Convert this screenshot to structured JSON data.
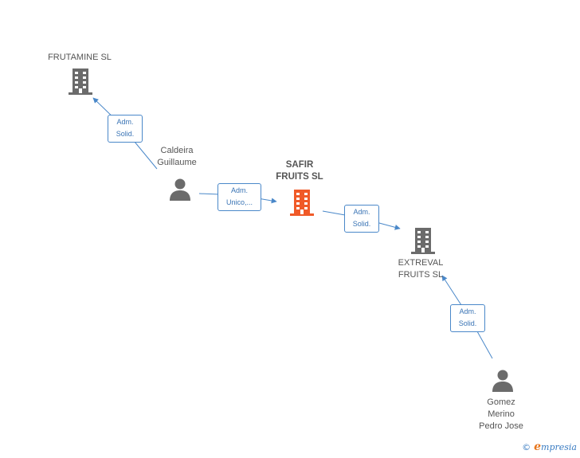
{
  "nodes": {
    "frutamine": {
      "label": "FRUTAMINE SL"
    },
    "caldeira": {
      "label_line1": "Caldeira",
      "label_line2": "Guillaume"
    },
    "safir": {
      "label_line1": "SAFIR",
      "label_line2": "FRUITS SL"
    },
    "extreval": {
      "label_line1": "EXTREVAL",
      "label_line2": "FRUITS SL"
    },
    "gomez": {
      "label_line1": "Gomez",
      "label_line2": "Merino",
      "label_line3": "Pedro Jose"
    }
  },
  "relations": {
    "caldeira_frutamine": {
      "line1": "Adm.",
      "line2": "Solid."
    },
    "caldeira_safir": {
      "line1": "Adm.",
      "line2": "Unico,..."
    },
    "safir_extreval": {
      "line1": "Adm.",
      "line2": "Solid."
    },
    "gomez_extreval": {
      "line1": "Adm.",
      "line2": "Solid."
    }
  },
  "brand": {
    "copyright": "©",
    "first_letter": "e",
    "rest": "mpresia"
  },
  "colors": {
    "edge": "#4a88c9",
    "building_gray": "#6b6b6b",
    "building_main": "#f05a28",
    "person_gray": "#6b6b6b"
  }
}
